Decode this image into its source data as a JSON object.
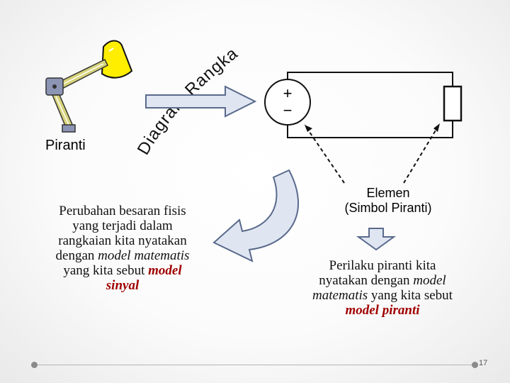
{
  "device_label": "Piranti",
  "diagram_title": "Diagram Rangkaian",
  "source_polarity": {
    "plus": "+",
    "minus": "−"
  },
  "left_text": {
    "line1": "Perubahan besaran fisis",
    "line2": "yang terjadi dalam",
    "line3": "rangkaian kita nyatakan",
    "line4_prefix": "dengan ",
    "line4_em": "model matematis",
    "line5_prefix": "yang kita sebut ",
    "line5_highlight": "model",
    "line6_highlight": "sinyal"
  },
  "element_label": {
    "line1": "Elemen",
    "line2": "(Simbol Piranti)"
  },
  "right_text": {
    "line1": "Perilaku piranti kita",
    "line2": "nyatakan dengan ",
    "line2_em": "model",
    "line3_em": "matematis",
    "line3_suffix": " yang kita sebut",
    "line4_highlight": "model piranti"
  },
  "page_number": "17",
  "colors": {
    "lamp_shade": "#ffee00",
    "lamp_arm": "#d7d37a",
    "lamp_base": "#8d95b5",
    "arrow_fill": "#dfe6f2",
    "arrow_stroke": "#5a6a8c",
    "highlight_red": "#a00000"
  }
}
